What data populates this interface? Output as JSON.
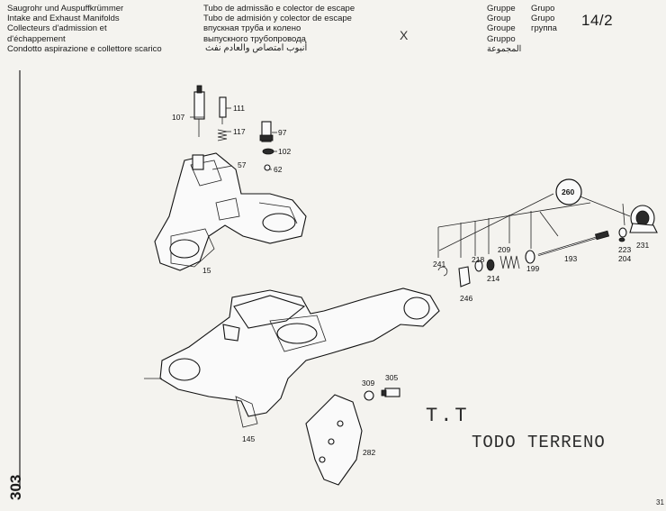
{
  "header": {
    "titles_col1": [
      "Saugrohr und Auspuffkrümmer",
      "Intake and Exhaust Manifolds",
      "Collecteurs d'admission et",
      "d'échappement",
      "Condotto aspirazione e collettore scarico"
    ],
    "titles_col2": [
      "Tubo de admissão e colector de escape",
      "Tubo de admisión y colector de escape",
      "впускная труба и колено",
      "выпускного трубопровода"
    ],
    "arabic_line": "أنبوب امتصاص والعادم نفث",
    "group_labels": [
      "Gruppe",
      "Group",
      "Groupe",
      "Gruppo",
      "المجموعة"
    ],
    "group_labels_right": [
      "Grupo",
      "Grupo",
      "группа"
    ],
    "group_number": "14/2",
    "x_mark": "X"
  },
  "parts": {
    "p107": "107",
    "p111": "111",
    "p117": "117",
    "p97": "97",
    "p102": "102",
    "p57": "57",
    "p62": "62",
    "p15": "15",
    "p260": "260",
    "p241": "241",
    "p246": "246",
    "p218": "218",
    "p214": "214",
    "p209": "209",
    "p199": "199",
    "p193": "193",
    "p223": "223",
    "p204": "204",
    "p231": "231",
    "p309": "309",
    "p305": "305",
    "p145": "145",
    "p282": "282"
  },
  "handwritten": {
    "tt": "T.T",
    "todo_terreno": "TODO TERRENO"
  },
  "footer": {
    "page_number": "303",
    "corner_number": "31"
  }
}
